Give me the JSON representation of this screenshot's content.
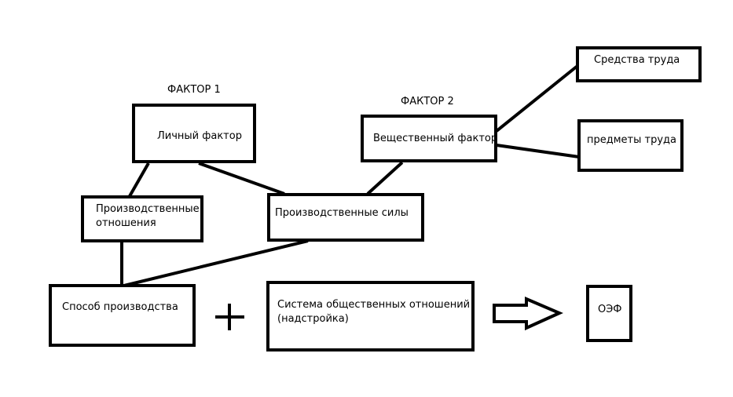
{
  "diagram": {
    "factor1_label": "ФАКТОР 1",
    "factor2_label": "ФАКТОР 2",
    "nodes": {
      "personal_factor": "Личный фактор",
      "material_factor": "Вещественный фактор",
      "means_of_labour": "Средства труда",
      "objects_of_labour": "предметы труда",
      "production_relations_line1": "Производственные",
      "production_relations_line2": "отношения",
      "productive_forces": "Производственные силы",
      "mode_of_production": "Способ производства",
      "social_relations_line1": "Система общественных отношений",
      "social_relations_line2": "(надстройка)",
      "oef": "ОЭФ"
    },
    "colors": {
      "stroke": "#000000",
      "background": "#ffffff"
    }
  }
}
